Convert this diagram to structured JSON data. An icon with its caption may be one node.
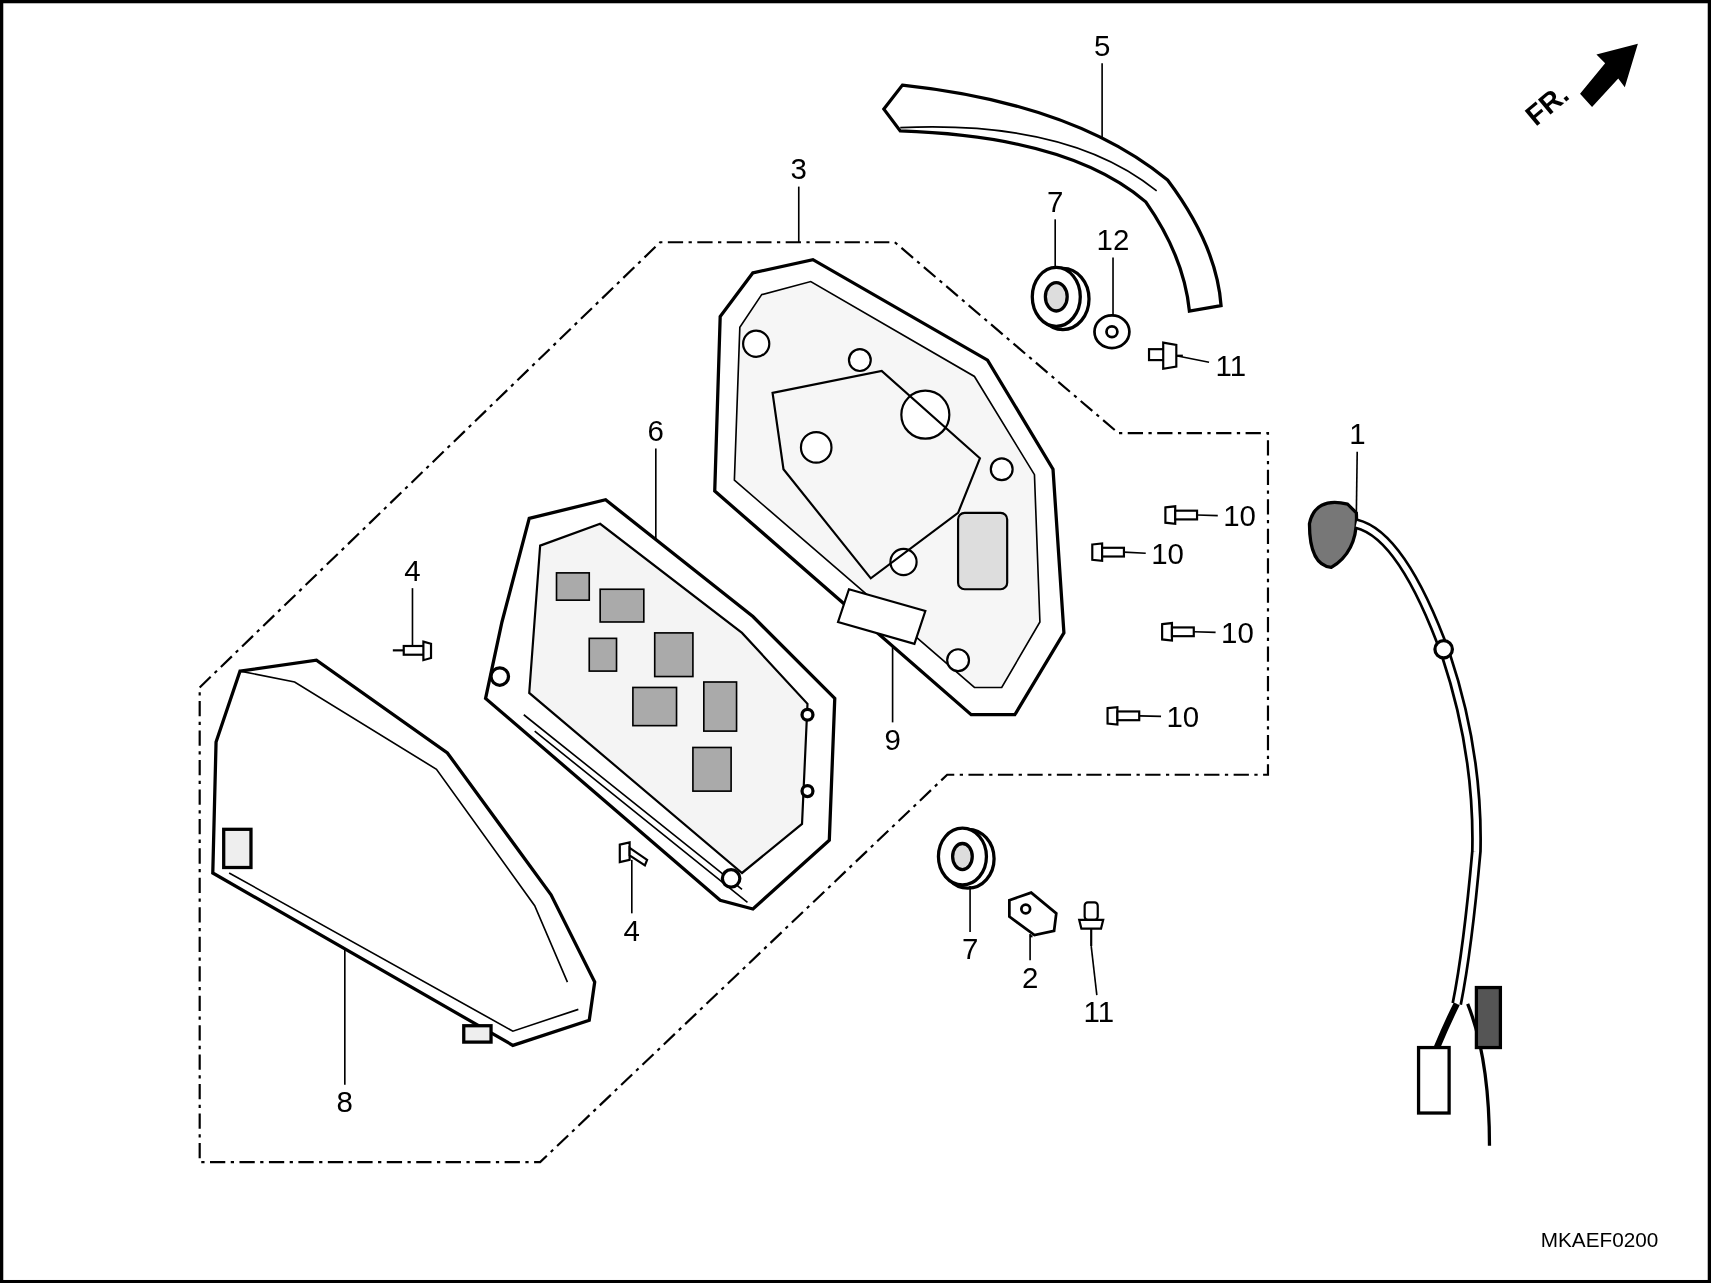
{
  "diagram": {
    "nodes": [
      {
        "text": [
          "5"
        ]
      },
      {
        "text": [],
        "shape": "picture"
      },
      {
        "text": [
          "3"
        ]
      },
      {
        "text": [],
        "shape": "box"
      },
      {
        "text": [
          "7"
        ]
      },
      {
        "text": [],
        "shape": "picture"
      },
      {
        "text": [
          "12"
        ]
      },
      {
        "text": [],
        "shape": "picture"
      },
      {
        "text": [
          "11"
        ]
      },
      {
        "text": [],
        "shape": "picture"
      },
      {
        "text": [
          "1"
        ]
      },
      {
        "text": [],
        "shape": "picture"
      },
      {
        "text": [
          "6"
        ],
        "in": 3
      },
      {
        "text": [],
        "shape": "picture",
        "in": 3
      },
      {
        "text": [
          "10"
        ],
        "in": 3
      },
      {
        "text": [],
        "shape": "picture",
        "in": 3
      },
      {
        "text": [
          "10"
        ],
        "in": 3
      },
      {
        "text": [],
        "shape": "picture",
        "in": 3
      },
      {
        "text": [
          "10"
        ],
        "in": 3
      },
      {
        "text": [],
        "shape": "picture",
        "in": 3
      },
      {
        "text": [
          "10"
        ],
        "in": 3
      },
      {
        "text": [],
        "shape": "picture",
        "in": 3
      },
      {
        "text": [
          "4"
        ],
        "in": 3
      },
      {
        "text": [],
        "shape": "picture",
        "in": 3
      },
      {
        "text": [
          "9"
        ],
        "in": 3
      },
      {
        "text": [],
        "shape": "picture",
        "in": 3
      },
      {
        "text": [
          "4"
        ],
        "in": 3
      },
      {
        "text": [],
        "shape": "picture",
        "in": 3
      },
      {
        "text": [
          "7"
        ]
      },
      {
        "text": [],
        "shape": "picture"
      },
      {
        "text": [
          "2"
        ]
      },
      {
        "text": [],
        "shape": "picture"
      },
      {
        "text": [
          "11"
        ]
      },
      {
        "text": [],
        "shape": "picture"
      },
      {
        "text": [
          "8"
        ],
        "in": 3
      },
      {
        "text": [],
        "shape": "picture",
        "in": 3
      }
    ],
    "edges": [
      {
        "from": 0,
        "to": 1,
        "arrow": "none"
      },
      {
        "from": 2,
        "to": 3,
        "arrow": "none"
      },
      {
        "from": 4,
        "to": 5,
        "arrow": "none"
      },
      {
        "from": 6,
        "to": 7,
        "arrow": "none"
      },
      {
        "from": 8,
        "to": 9,
        "arrow": "none"
      },
      {
        "from": 10,
        "to": 11,
        "arrow": "none"
      },
      {
        "from": 12,
        "to": 13,
        "arrow": "none"
      },
      {
        "from": 14,
        "to": 15,
        "arrow": "none"
      },
      {
        "from": 16,
        "to": 17,
        "arrow": "none"
      },
      {
        "from": 18,
        "to": 19,
        "arrow": "none"
      },
      {
        "from": 20,
        "to": 21,
        "arrow": "none"
      },
      {
        "from": 22,
        "to": 23,
        "arrow": "none"
      },
      {
        "from": 24,
        "to": 25,
        "arrow": "none"
      },
      {
        "from": 26,
        "to": 27,
        "arrow": "none"
      },
      {
        "from": 28,
        "to": 29,
        "arrow": "none"
      },
      {
        "from": 30,
        "to": 31,
        "arrow": "none"
      },
      {
        "from": 32,
        "to": 33,
        "arrow": "none"
      },
      {
        "from": 34,
        "to": 35,
        "arrow": "none"
      }
    ],
    "labels": [
      "FR.",
      "MKAEF0200"
    ]
  }
}
